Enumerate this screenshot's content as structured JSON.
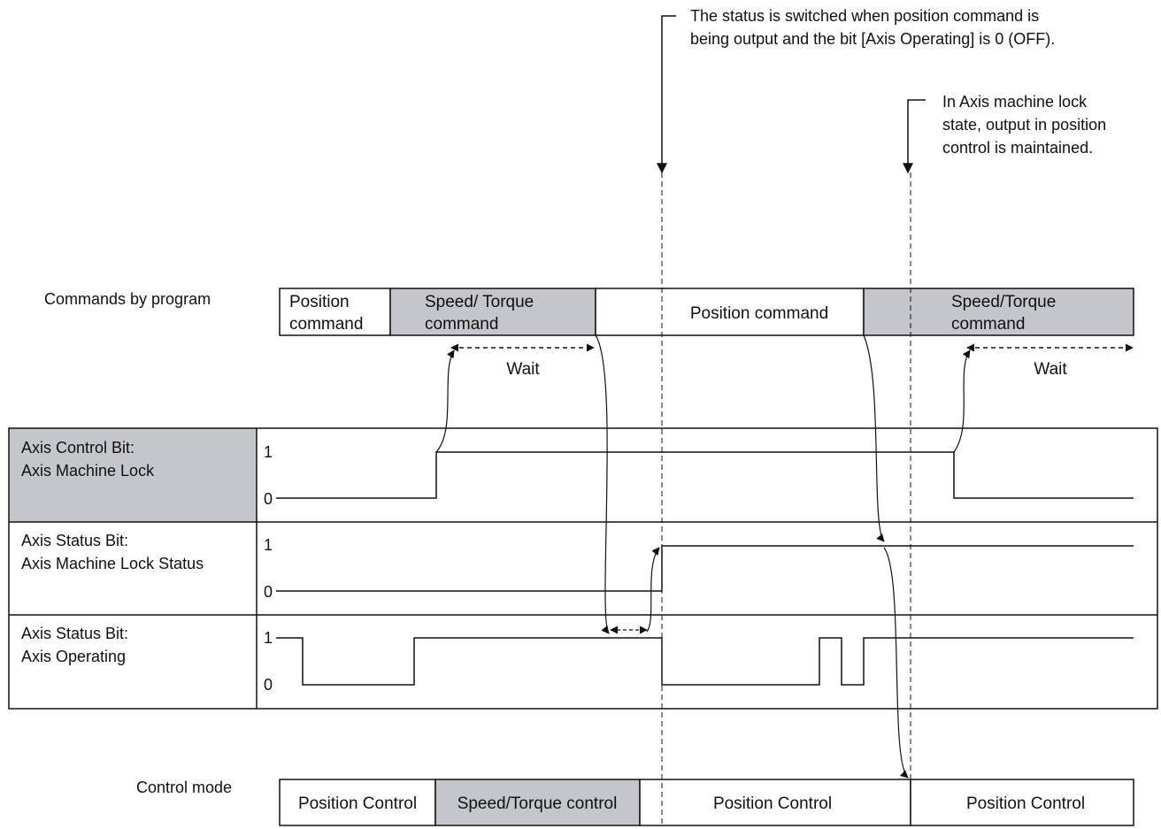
{
  "annotations": {
    "switch_note_line1": "The status is switched when position command is",
    "switch_note_line2": "being output and the bit [Axis Operating] is 0 (OFF).",
    "lock_note_line1": "In Axis machine lock",
    "lock_note_line2": "state, output in position",
    "lock_note_line3": "control is maintained."
  },
  "commands_row": {
    "label": "Commands by program",
    "segments": [
      {
        "line1": "Position",
        "line2": "command",
        "fill": "#ffffff"
      },
      {
        "line1": "Speed/ Torque",
        "line2": "command",
        "fill": "#c4c6cb"
      },
      {
        "line1": "Position command",
        "line2": "",
        "fill": "#ffffff"
      },
      {
        "line1": "Speed/Torque",
        "line2": "command",
        "fill": "#c4c6cb"
      }
    ],
    "wait_label_1": "Wait",
    "wait_label_2": "Wait"
  },
  "signals": [
    {
      "line1": "Axis Control Bit:",
      "line2": "Axis Machine Lock",
      "high": "1",
      "low": "0",
      "shaded": true
    },
    {
      "line1": "Axis Status Bit:",
      "line2": "Axis Machine Lock Status",
      "high": "1",
      "low": "0",
      "shaded": false
    },
    {
      "line1": "Axis Status Bit:",
      "line2": "Axis Operating",
      "high": "1",
      "low": "0",
      "shaded": false
    }
  ],
  "control_mode_row": {
    "label": "Control mode",
    "segments": [
      {
        "label": "Position Control",
        "fill": "#ffffff"
      },
      {
        "label": "Speed/Torque control",
        "fill": "#c4c6cb"
      },
      {
        "label": "Position Control",
        "fill": "#ffffff"
      },
      {
        "label": "Position Control",
        "fill": "#ffffff"
      }
    ]
  },
  "colors": {
    "shade": "#c4c6cb",
    "line": "#111111"
  }
}
